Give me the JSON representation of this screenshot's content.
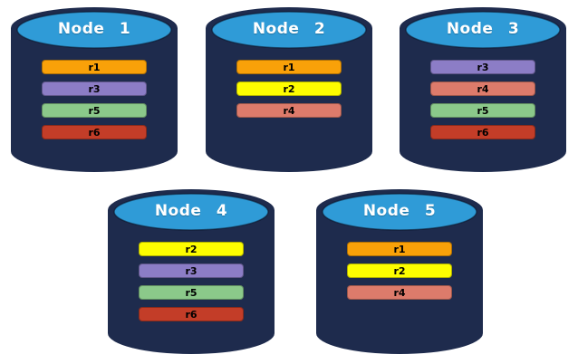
{
  "background_color": "#FFFFFF",
  "cylinder": {
    "body_color": "#1E2B4D",
    "top_color": "#2F9BD7"
  },
  "replica_colors": {
    "r1": "#F9A109",
    "r2": "#FDFD00",
    "r3": "#8C7DC6",
    "r4": "#DD7B6B",
    "r5": "#8BC98A",
    "r6": "#C33D28"
  },
  "nodes": [
    {
      "label": "Node 1",
      "replicas": [
        "r1",
        "r3",
        "r5",
        "r6"
      ]
    },
    {
      "label": "Node 2",
      "replicas": [
        "r1",
        "r2",
        "r4"
      ]
    },
    {
      "label": "Node 3",
      "replicas": [
        "r3",
        "r4",
        "r5",
        "r6"
      ]
    },
    {
      "label": "Node 4",
      "replicas": [
        "r2",
        "r3",
        "r5",
        "r6"
      ]
    },
    {
      "label": "Node 5",
      "replicas": [
        "r1",
        "r2",
        "r4"
      ]
    }
  ]
}
